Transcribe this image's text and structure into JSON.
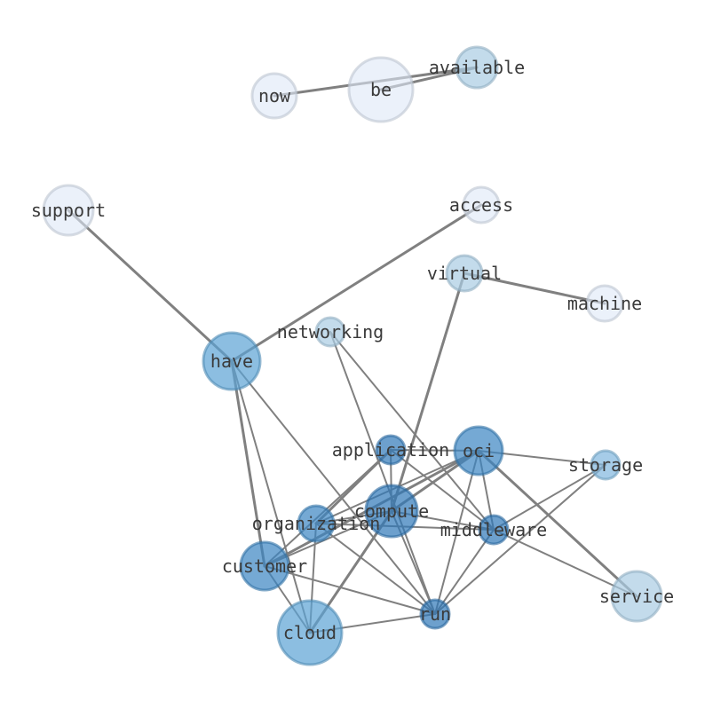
{
  "nodes": [
    {
      "id": "now",
      "label": "now",
      "color": "#dde8f6",
      "weight": 1
    },
    {
      "id": "be",
      "label": "be",
      "color": "#dde8f6",
      "weight": 2
    },
    {
      "id": "available",
      "label": "available",
      "color": "#a9cce3",
      "weight": 1
    },
    {
      "id": "support",
      "label": "support",
      "color": "#dde8f6",
      "weight": 1
    },
    {
      "id": "access",
      "label": "access",
      "color": "#dde8f6",
      "weight": 1
    },
    {
      "id": "virtual",
      "label": "virtual",
      "color": "#a9cce3",
      "weight": 1
    },
    {
      "id": "machine",
      "label": "machine",
      "color": "#dde8f6",
      "weight": 1
    },
    {
      "id": "networking",
      "label": "networking",
      "color": "#a9cce3",
      "weight": 1
    },
    {
      "id": "have",
      "label": "have",
      "color": "#5ba3d4",
      "weight": 2
    },
    {
      "id": "application",
      "label": "application",
      "color": "#2f77b8",
      "weight": 1
    },
    {
      "id": "oci",
      "label": "oci",
      "color": "#3a85c2",
      "weight": 2
    },
    {
      "id": "storage",
      "label": "storage",
      "color": "#80b7de",
      "weight": 1
    },
    {
      "id": "compute",
      "label": "compute",
      "color": "#2f77b8",
      "weight": 2
    },
    {
      "id": "organization",
      "label": "organization",
      "color": "#3a85c2",
      "weight": 1
    },
    {
      "id": "middleware",
      "label": "middleware",
      "color": "#2f77b8",
      "weight": 1
    },
    {
      "id": "customer",
      "label": "customer",
      "color": "#3a85c2",
      "weight": 2
    },
    {
      "id": "service",
      "label": "service",
      "color": "#a9cce3",
      "weight": 2
    },
    {
      "id": "run",
      "label": "run",
      "color": "#2f77b8",
      "weight": 1
    },
    {
      "id": "cloud",
      "label": "cloud",
      "color": "#5ba3d4",
      "weight": 3
    }
  ],
  "edges": [
    {
      "source": "now",
      "target": "available",
      "weight": 2
    },
    {
      "source": "be",
      "target": "available",
      "weight": 2
    },
    {
      "source": "support",
      "target": "have",
      "weight": 2
    },
    {
      "source": "access",
      "target": "have",
      "weight": 2
    },
    {
      "source": "virtual",
      "target": "machine",
      "weight": 2
    },
    {
      "source": "virtual",
      "target": "compute",
      "weight": 2
    },
    {
      "source": "have",
      "target": "customer",
      "weight": 2
    },
    {
      "source": "have",
      "target": "cloud",
      "weight": 1
    },
    {
      "source": "have",
      "target": "run",
      "weight": 1
    },
    {
      "source": "networking",
      "target": "middleware",
      "weight": 1
    },
    {
      "source": "networking",
      "target": "run",
      "weight": 1
    },
    {
      "source": "application",
      "target": "organization",
      "weight": 2
    },
    {
      "source": "application",
      "target": "compute",
      "weight": 1
    },
    {
      "source": "application",
      "target": "middleware",
      "weight": 1
    },
    {
      "source": "application",
      "target": "oci",
      "weight": 1
    },
    {
      "source": "application",
      "target": "customer",
      "weight": 1
    },
    {
      "source": "oci",
      "target": "storage",
      "weight": 1
    },
    {
      "source": "oci",
      "target": "service",
      "weight": 2
    },
    {
      "source": "oci",
      "target": "compute",
      "weight": 2
    },
    {
      "source": "oci",
      "target": "organization",
      "weight": 1
    },
    {
      "source": "oci",
      "target": "customer",
      "weight": 2
    },
    {
      "source": "oci",
      "target": "middleware",
      "weight": 1
    },
    {
      "source": "oci",
      "target": "run",
      "weight": 1
    },
    {
      "source": "storage",
      "target": "middleware",
      "weight": 1
    },
    {
      "source": "storage",
      "target": "run",
      "weight": 1
    },
    {
      "source": "compute",
      "target": "middleware",
      "weight": 1
    },
    {
      "source": "compute",
      "target": "organization",
      "weight": 1
    },
    {
      "source": "compute",
      "target": "customer",
      "weight": 1
    },
    {
      "source": "compute",
      "target": "cloud",
      "weight": 2
    },
    {
      "source": "compute",
      "target": "run",
      "weight": 1
    },
    {
      "source": "organization",
      "target": "middleware",
      "weight": 1
    },
    {
      "source": "organization",
      "target": "cloud",
      "weight": 1
    },
    {
      "source": "organization",
      "target": "run",
      "weight": 1
    },
    {
      "source": "middleware",
      "target": "service",
      "weight": 1
    },
    {
      "source": "middleware",
      "target": "run",
      "weight": 1
    },
    {
      "source": "customer",
      "target": "cloud",
      "weight": 1
    },
    {
      "source": "customer",
      "target": "run",
      "weight": 1
    },
    {
      "source": "cloud",
      "target": "run",
      "weight": 1
    }
  ]
}
